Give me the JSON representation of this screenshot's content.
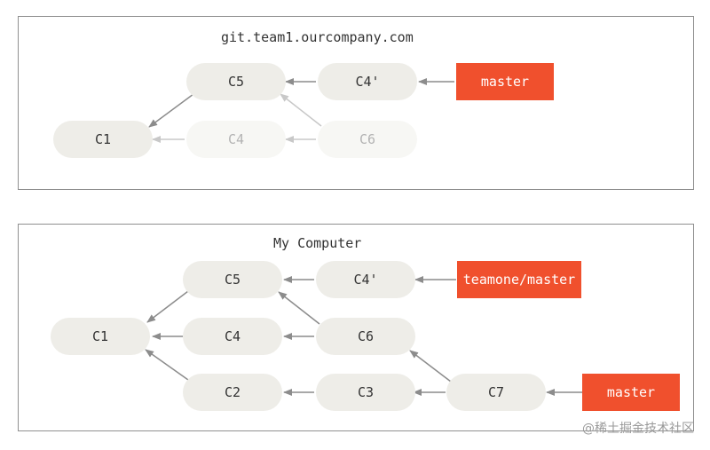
{
  "top": {
    "title": "git.team1.ourcompany.com",
    "nodes": {
      "c5": "C5",
      "c4p": "C4'",
      "c1": "C1",
      "c4": "C4",
      "c6": "C6"
    },
    "ref": "master"
  },
  "bottom": {
    "title": "My Computer",
    "nodes": {
      "c5": "C5",
      "c4p": "C4'",
      "c1": "C1",
      "c4": "C4",
      "c6": "C6",
      "c2": "C2",
      "c3": "C3",
      "c7": "C7"
    },
    "refs": {
      "teamone_master": "teamone/master",
      "master": "master"
    }
  },
  "watermark": "@稀土掘金技术社区",
  "colors": {
    "ref": "#f0502d",
    "node": "#eeede8",
    "node_faded": "#f7f7f4",
    "arrow": "#8c8c8c",
    "arrow_faded": "#c8c8c8",
    "border": "#8f8f8f"
  }
}
